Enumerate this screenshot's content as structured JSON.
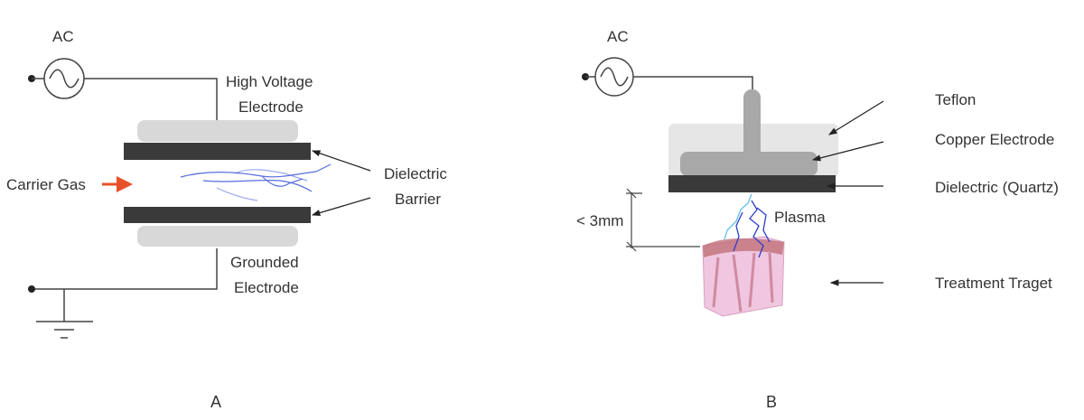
{
  "panel_a": {
    "source_label": "AC",
    "hv_electrode": [
      "High Voltage",
      "Electrode"
    ],
    "carrier_gas": "Carrier Gas",
    "dielectric": [
      "Dielectric",
      "Barrier"
    ],
    "grounded_electrode": [
      "Grounded",
      "Electrode"
    ],
    "caption": "A"
  },
  "panel_b": {
    "source_label": "AC",
    "teflon": "Teflon",
    "copper": "Copper Electrode",
    "dielectric": "Dielectric (Quartz)",
    "plasma": "Plasma",
    "gap": "< 3mm",
    "target": "Treatment Traget",
    "caption": "B"
  },
  "colors": {
    "wire": "#444444",
    "pad": "#d8d8d8",
    "bar": "#3a3a3a",
    "plasma": "#3a55d8",
    "arrow_gas": "#e8502a",
    "skin": "#f0c6e0",
    "skin_dark": "#b05060"
  }
}
